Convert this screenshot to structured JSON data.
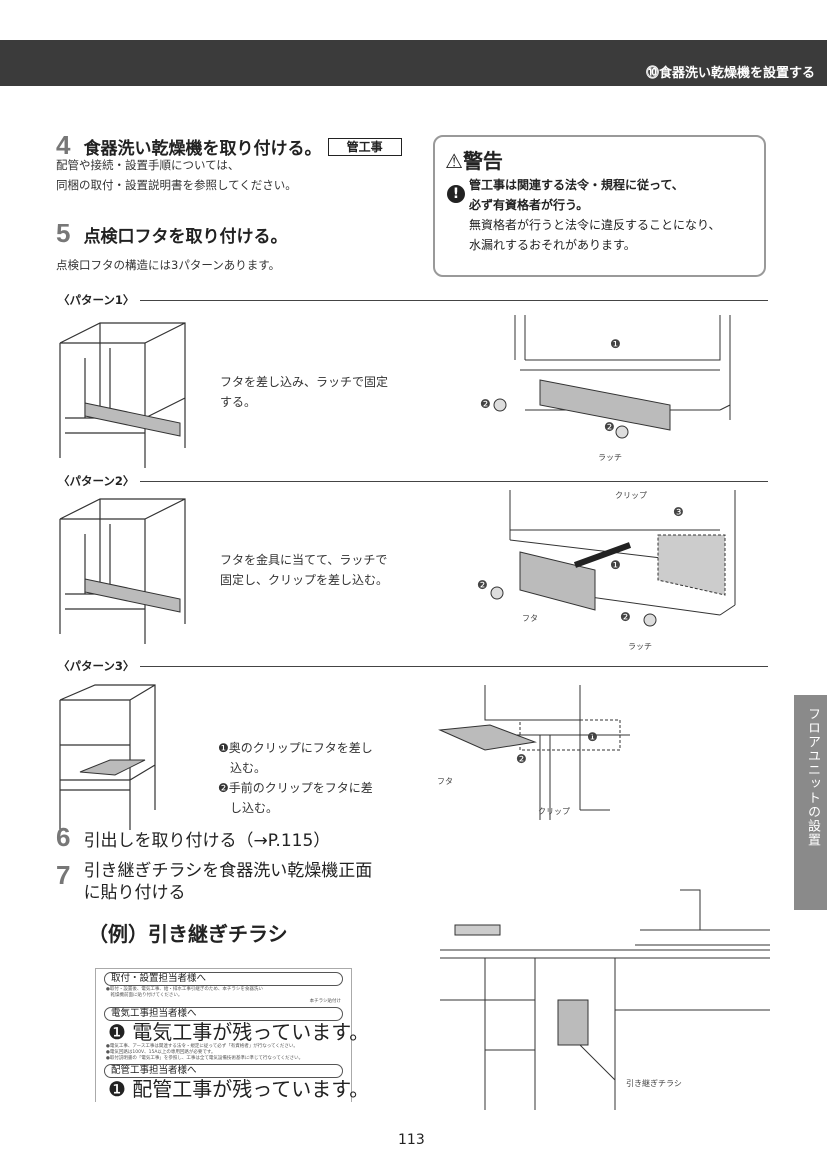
{
  "header": {
    "section_title": "⓾食器洗い乾燥機を設置する"
  },
  "step4": {
    "num": "4",
    "title": "食器洗い乾燥機を取り付ける。",
    "tag": "管工事",
    "body": [
      "配管や接続・設置手順については、",
      "同梱の取付・設置説明書を参照してください。"
    ]
  },
  "step5": {
    "num": "5",
    "title": "点検口フタを取り付ける。",
    "body": "点検口フタの構造には3パターンあります。"
  },
  "warning": {
    "title": "警告",
    "bold": [
      "管工事は関連する法令・規程に従って、",
      "必ず有資格者が行う。"
    ],
    "text": [
      "無資格者が行うと法令に違反することになり、",
      "水漏れするおそれがあります。"
    ]
  },
  "patterns": [
    {
      "label": "〈パターン1〉",
      "text": [
        "フタを差し込み、ラッチで固定",
        "する。"
      ],
      "labels": {
        "latch": "ラッチ",
        "n1": "❶",
        "n2": "❷"
      }
    },
    {
      "label": "〈パターン2〉",
      "text": [
        "フタを金具に当てて、ラッチで",
        "固定し、クリップを差し込む。"
      ],
      "labels": {
        "clip": "クリップ",
        "lid": "フタ",
        "latch": "ラッチ",
        "n1": "❶",
        "n2": "❷",
        "n3": "❸"
      }
    },
    {
      "label": "〈パターン3〉",
      "text": [
        "❶奥のクリップにフタを差し",
        "　込む。",
        "❷手前のクリップをフタに差",
        "　し込む。"
      ],
      "labels": {
        "lid": "フタ",
        "clip": "クリップ",
        "n1": "❶",
        "n2": "❷"
      }
    }
  ],
  "step6": {
    "num": "6",
    "title": "引出しを取り付ける（→P.115）"
  },
  "step7": {
    "num": "7",
    "title": [
      "引き継ぎチラシを食器洗い乾燥機正面",
      "に貼り付ける"
    ],
    "example": "（例）引き継ぎチラシ",
    "kitchen_label": "引き継ぎチラシ"
  },
  "flyer": {
    "s1": "取付・設置担当者様へ",
    "s1_note": [
      "●取付・設置後、電気工事、給・排水工事引継ぎのため、本チラシを食器洗い",
      "　乾燥機前面に貼り付けてください。"
    ],
    "s1_fig": "本チラシ貼付け",
    "s2": "電気工事担当者様へ",
    "s2_big": "❶ 電気工事が残っています。",
    "s2_notes": [
      "●電気工事、アース工事は関連する法令・規定に従って必ず「有資格者」が行なってください。",
      "●電気回路は100V、15A以上の専用回路が必要です。",
      "●取付説明書の「電気工事」を参照し、工事は全て電気設備技術基準に準じて行なってください。"
    ],
    "s3": "配管工事担当者様へ",
    "s3_big": "❶ 配管工事が残っています。"
  },
  "side_tab": "フロアユニットの設置",
  "page_number": "113"
}
